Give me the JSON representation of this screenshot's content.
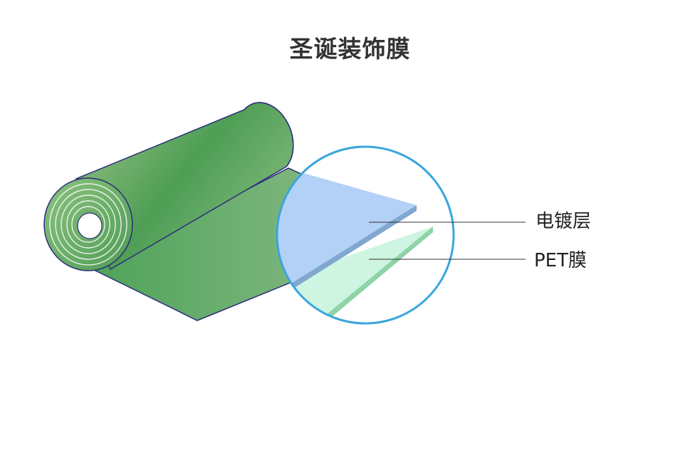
{
  "title": "圣诞装饰膜",
  "labels": {
    "coating_layer": "电镀层",
    "pet_film": "PET膜"
  },
  "colors": {
    "roll_green": "#5aa65a",
    "outline": "#2c2f7a",
    "coating_blue": "#b3d0f7",
    "pet_mint": "#cdf5e1",
    "magnifier_ring": "#3aa6dd"
  }
}
